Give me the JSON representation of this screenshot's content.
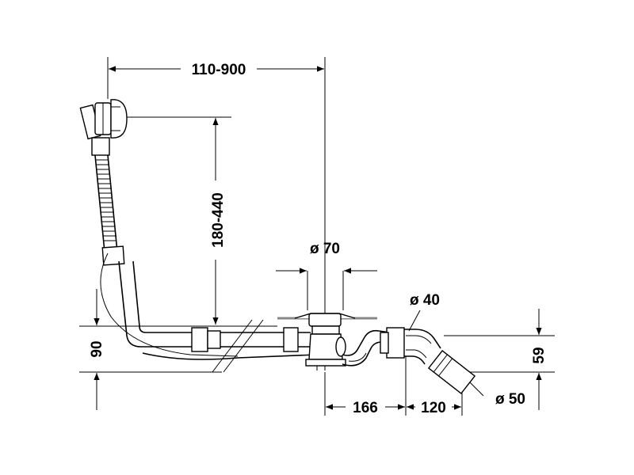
{
  "dimensions": {
    "top_span": "110-900",
    "vertical_span": "180-440",
    "outlet_diameter": "ø 70",
    "pipe_diameter": "ø 40",
    "drain_diameter": "ø 50",
    "left_height": "90",
    "right_height": "59",
    "bottom_left": "166",
    "bottom_right": "120"
  },
  "colors": {
    "line": "#000000",
    "background": "#ffffff",
    "deck_line": "#888888"
  }
}
